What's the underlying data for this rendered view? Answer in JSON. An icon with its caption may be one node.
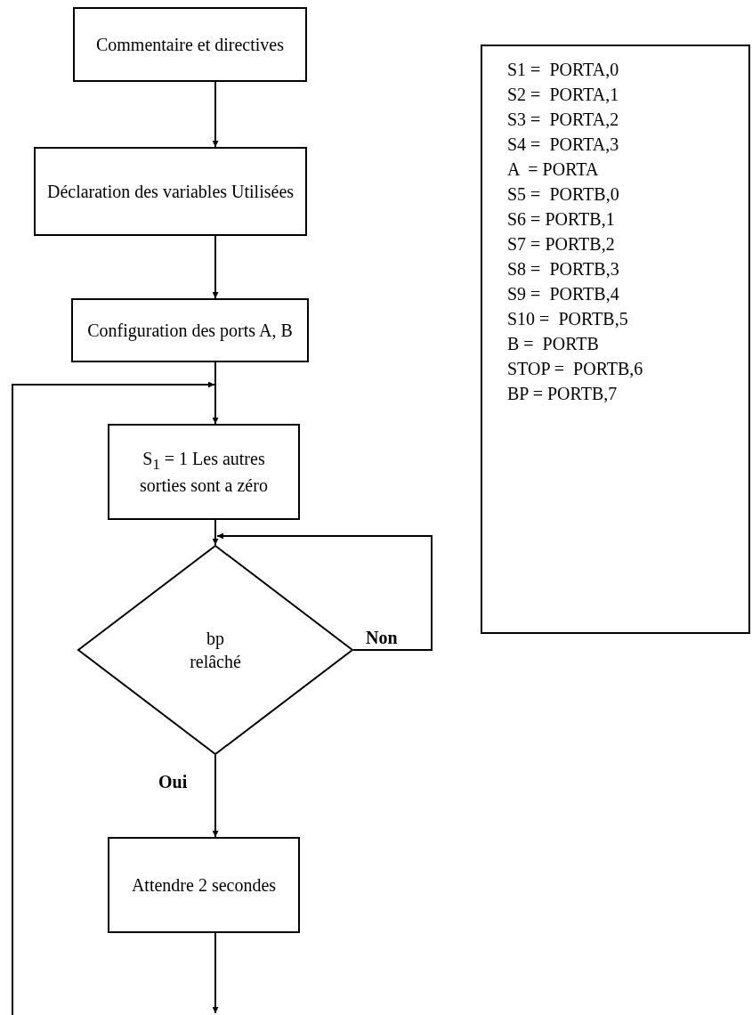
{
  "diagram": {
    "nodes": [
      {
        "text": [
          "Commentaire et directives"
        ]
      },
      {
        "text": [
          "Déclaration des variables Utilisées"
        ]
      },
      {
        "text": [
          "Configuration des ports A, B"
        ]
      },
      {
        "text": [
          "S$_{1}$ = 1 Les autres sorties sont a zéro"
        ]
      },
      {
        "text": [
          "bp relâché"
        ]
      },
      {
        "text": [
          "Attendre 2 secondes"
        ]
      },
      {
        "text": [
          "S1 =  PORTA,0",
          "S2 =  PORTA,1",
          "S3 =  PORTA,2",
          "S4 =  PORTA,3",
          "A  = PORTA",
          "S5 =  PORTB,0",
          "S6 = PORTB,1",
          "S7 = PORTB,2",
          "S8 =  PORTB,3",
          "S9 =  PORTB,4",
          "S10 =  PORTB,5",
          "B =  PORTB",
          "STOP =  PORTB,6",
          "BP = PORTB,7"
        ]
      }
    ],
    "edges": [
      {
        "from": 0,
        "to": 1,
        "arrow": "to"
      },
      {
        "from": 1,
        "to": 2,
        "arrow": "to"
      },
      {
        "from": 2,
        "to": 3,
        "arrow": "to"
      },
      {
        "from": null,
        "to": 3,
        "arrow": "to"
      },
      {
        "from": 3,
        "to": 4,
        "arrow": "to"
      },
      {
        "from": 4,
        "to": 4,
        "arrow": "to",
        "label": "Non"
      },
      {
        "from": 4,
        "to": 5,
        "arrow": "to",
        "label": "Oui"
      },
      {
        "from": 5,
        "to": null,
        "arrow": "to"
      }
    ]
  }
}
